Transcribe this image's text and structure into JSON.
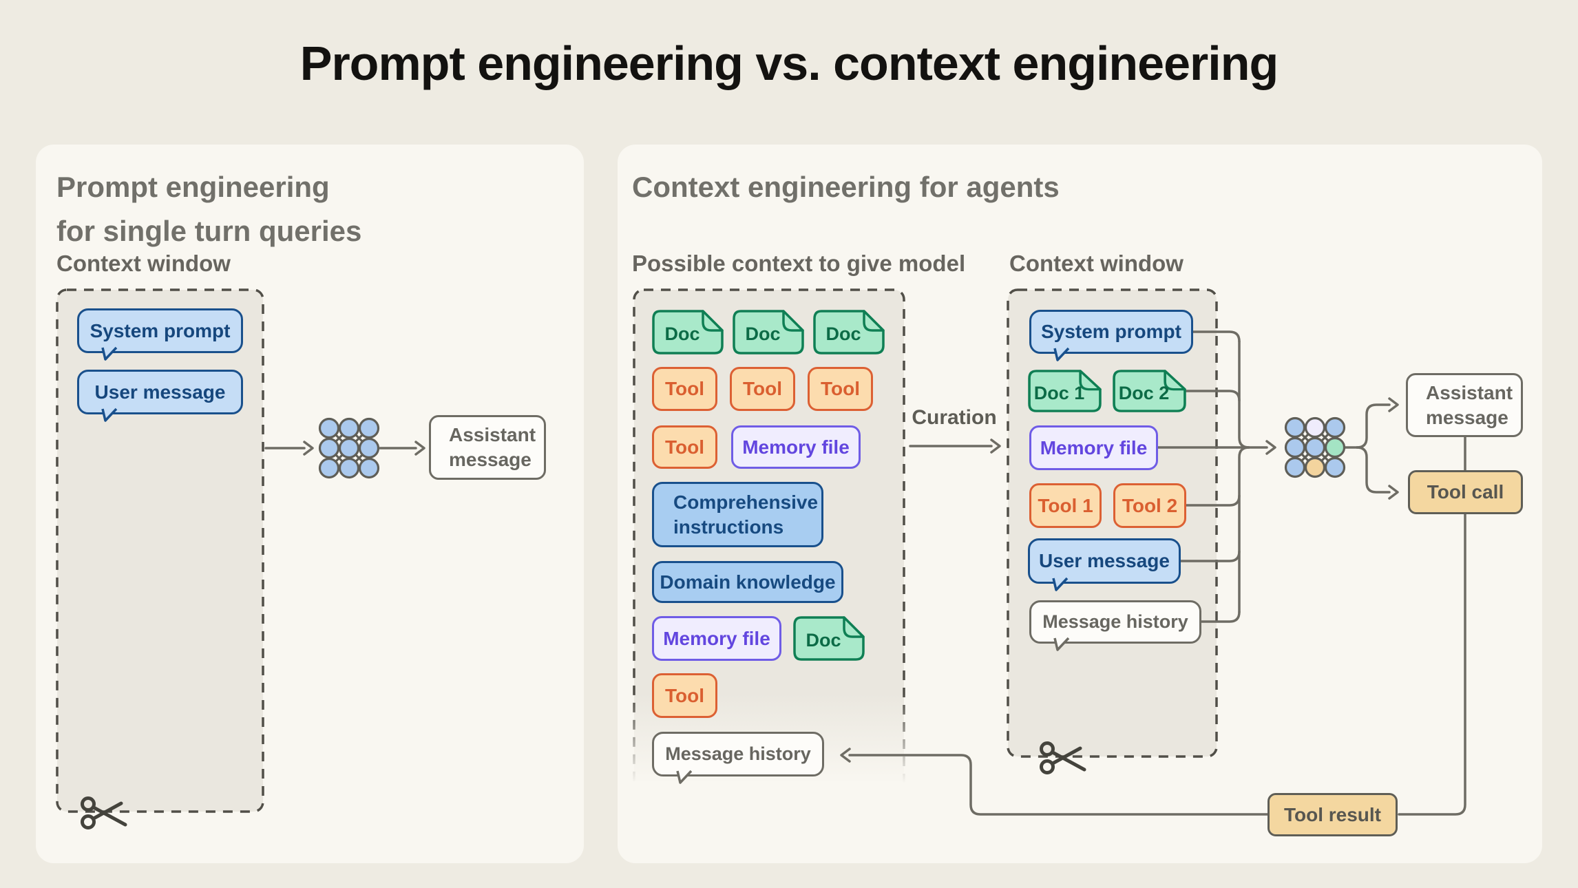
{
  "title": "Prompt engineering vs. context engineering",
  "colors": {
    "background": "#eeebe2",
    "panel": "#f9f7f1",
    "dashed_box_fill": "#eae7df",
    "dash_stroke": "#514f48",
    "connector_line": "#6e6c64",
    "blue_bubble_fill": "#c5ddf6",
    "blue_border": "#19508c",
    "blue_solid_fill": "#a8cdf1",
    "green_fill": "#a9e9ca",
    "green_border": "#0f7f54",
    "orange_fill": "#fcdcae",
    "orange_border": "#dc6033",
    "purple_fill": "#f0edfe",
    "purple_border": "#6f5ce6",
    "white_fill": "#fdfcf9",
    "gray_border": "#6e6c64",
    "tan_fill": "#f4d7a0",
    "tan_border": "#5f5e56",
    "nn_node_blue": "#abc9ed",
    "nn_node_purple": "#efecfc",
    "nn_node_green": "#a4e4c4",
    "nn_node_orange": "#f3d49e"
  },
  "icons": {
    "neural_network": "3x3 circle lattice model icon",
    "scissors": "scissors cutting dashed border"
  },
  "left_panel": {
    "heading_line1": "Prompt engineering",
    "heading_line2": "for single turn queries",
    "context_window_label": "Context window",
    "system_prompt": "System prompt",
    "user_message": "User message",
    "assistant_line1": "Assistant",
    "assistant_line2": "message"
  },
  "right_panel": {
    "heading": "Context engineering for agents",
    "possible_context_label": "Possible context to give model",
    "context_window_label": "Context window",
    "curation_label": "Curation",
    "possible": {
      "docs": [
        "Doc",
        "Doc",
        "Doc"
      ],
      "tools": [
        "Tool",
        "Tool",
        "Tool"
      ],
      "tool4": "Tool",
      "memory_file": "Memory file",
      "comprehensive_line1": "Comprehensive",
      "comprehensive_line2": "instructions",
      "domain_knowledge": "Domain knowledge",
      "memory_file2": "Memory file",
      "doc4": "Doc",
      "tool5": "Tool",
      "message_history": "Message history"
    },
    "window": {
      "system_prompt": "System prompt",
      "doc1": "Doc 1",
      "doc2": "Doc 2",
      "memory_file": "Memory file",
      "tool1": "Tool 1",
      "tool2": "Tool 2",
      "user_message": "User message",
      "message_history": "Message history"
    },
    "outputs": {
      "assistant_line1": "Assistant",
      "assistant_line2": "message",
      "tool_call": "Tool call",
      "tool_result": "Tool result"
    }
  }
}
